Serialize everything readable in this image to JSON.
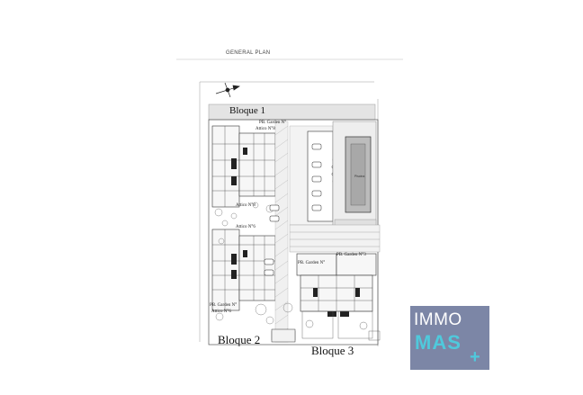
{
  "plan": {
    "title": "GENERAL PLAN",
    "blocks": {
      "bloque1": "Bloque 1",
      "bloque2": "Bloque 2",
      "bloque3": "Bloque 3"
    },
    "unit_labels": {
      "b1_garden": "PB. Garden N°",
      "b1_attico": "Attico N°8",
      "b1_attico2": "Attico N°8",
      "b2_attico": "Attico N°6",
      "b2_garden": "PB. Garden N°",
      "b2_attico2": "Attico N°6",
      "b3_garden_a": "PB. Garden N°",
      "b3_garden_b": "PB. Garden N°3"
    },
    "pool_label": "Piscina"
  },
  "logo": {
    "line1": "IMMO",
    "line2": "MAS",
    "plus": "+",
    "bg_color": "#7c86a6",
    "accent_color": "#4fc9dc"
  }
}
